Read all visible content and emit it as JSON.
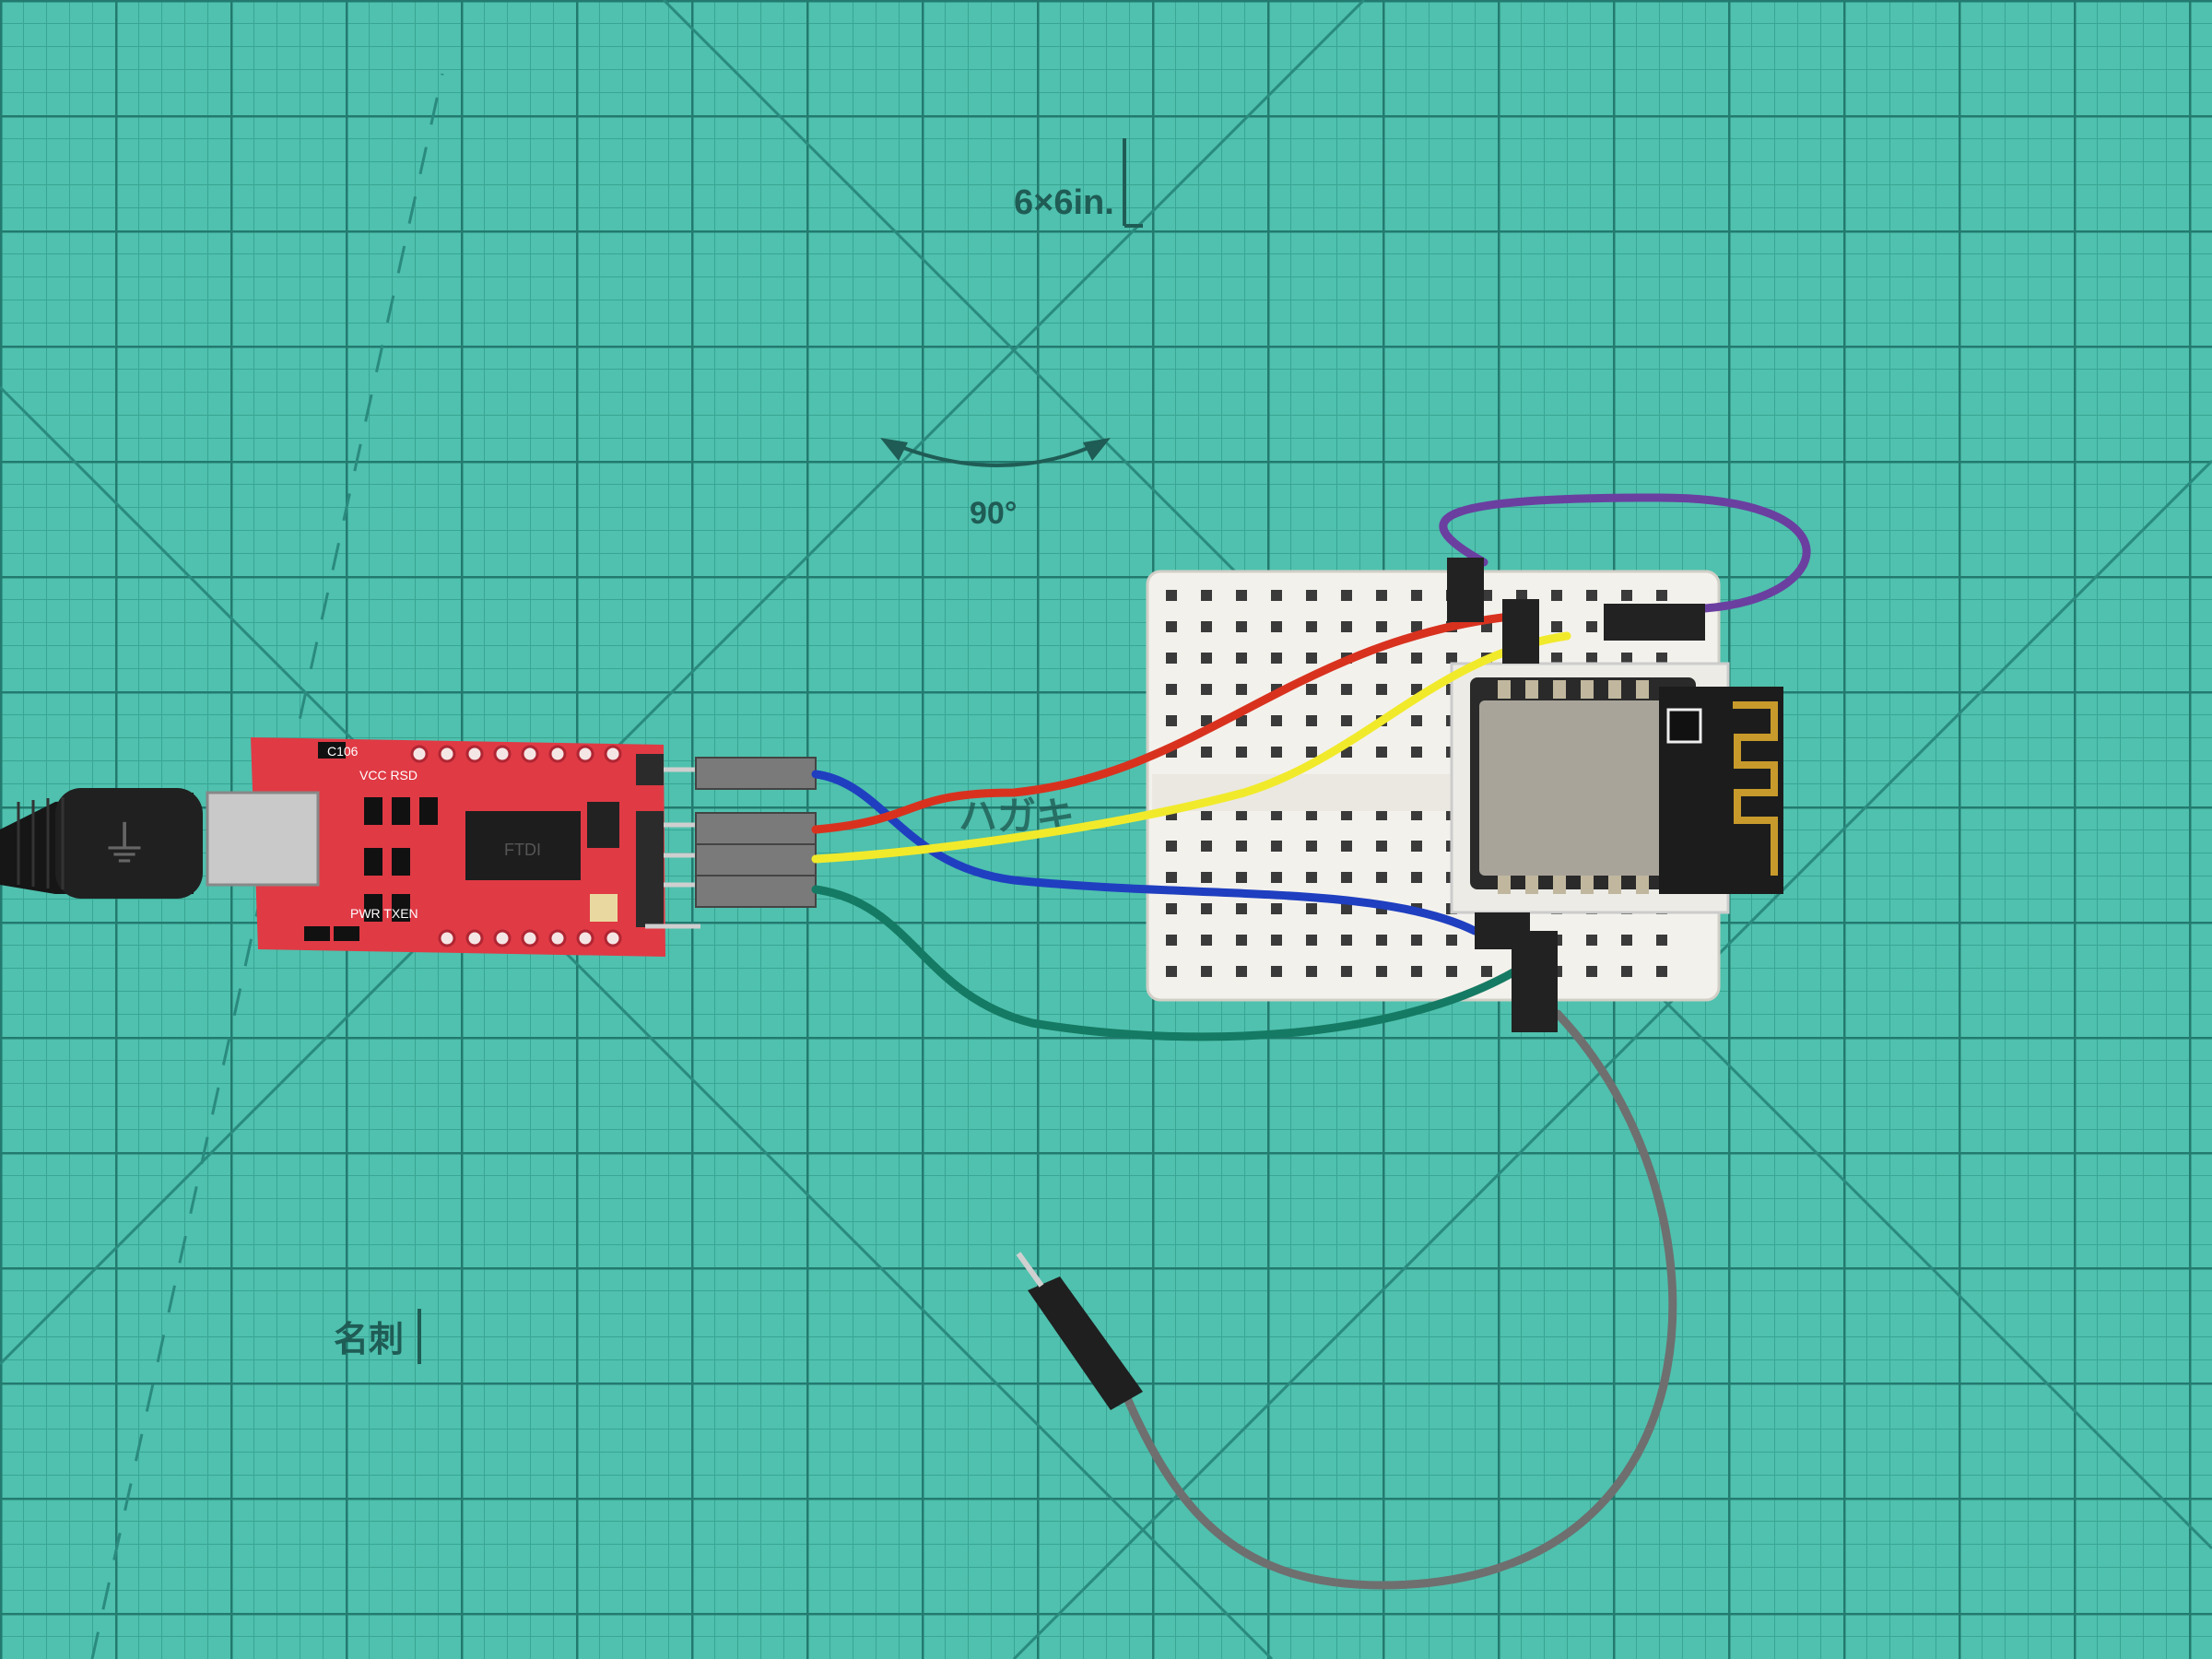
{
  "mat": {
    "color": "#4fc1ae",
    "grid_color": "#2f8f82",
    "major_grid_color": "#1f6f66",
    "label_size": "6×6in.",
    "label_angle": "90°",
    "label_card": "名刺",
    "label_partial": "ハガキ"
  },
  "ftdi_board": {
    "pcb_color": "#e03a45",
    "silk_top": "C106",
    "silk_vcc": "VCC RSD",
    "silk_pwr": "PWR TXEN",
    "chip_label": "FTDI"
  },
  "usb_cable": {
    "color": "#1a1a1a",
    "plug_color": "#d2a928"
  },
  "breadboard": {
    "color": "#f3f1ec"
  },
  "esp_module": {
    "shield_color": "#a9a49a",
    "antenna_color": "#c79a2b"
  },
  "wires": [
    {
      "name": "blue",
      "color": "#1f3fc0"
    },
    {
      "name": "red",
      "color": "#d8321f"
    },
    {
      "name": "yellow",
      "color": "#f1ea2b"
    },
    {
      "name": "green",
      "color": "#157a63"
    },
    {
      "name": "purple",
      "color": "#6b3fa0"
    },
    {
      "name": "gray",
      "color": "#6f6f6f"
    }
  ]
}
